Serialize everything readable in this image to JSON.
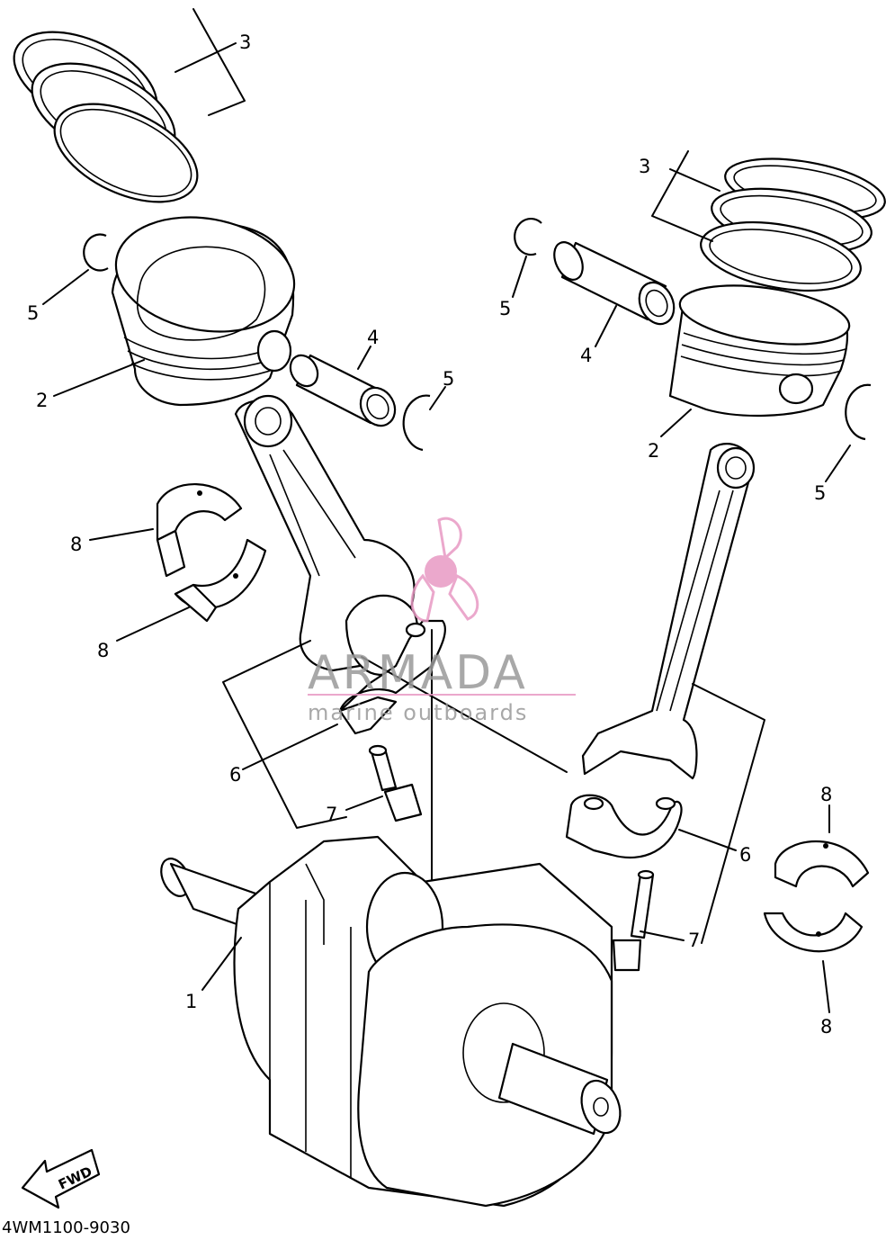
{
  "callouts": {
    "c1": "1",
    "c2_left": "2",
    "c2_right": "2",
    "c3_left": "3",
    "c3_right": "3",
    "c4_left": "4",
    "c4_right": "4",
    "c5_left_a": "5",
    "c5_left_b": "5",
    "c5_right_a": "5",
    "c5_right_b": "5",
    "c6_left": "6",
    "c6_right": "6",
    "c7_left": "7",
    "c7_right": "7",
    "c8_left_a": "8",
    "c8_left_b": "8",
    "c8_right_a": "8",
    "c8_right_b": "8"
  },
  "watermark": {
    "brand": "ARMADA",
    "tagline": "marine outboards",
    "colors": {
      "logo": "#e89ac4",
      "text": "#9a9a9a"
    }
  },
  "fwd_arrow": {
    "label": "FWD",
    "icon": "fwd-arrow-icon"
  },
  "drawing_code": "4WM1100-9030"
}
